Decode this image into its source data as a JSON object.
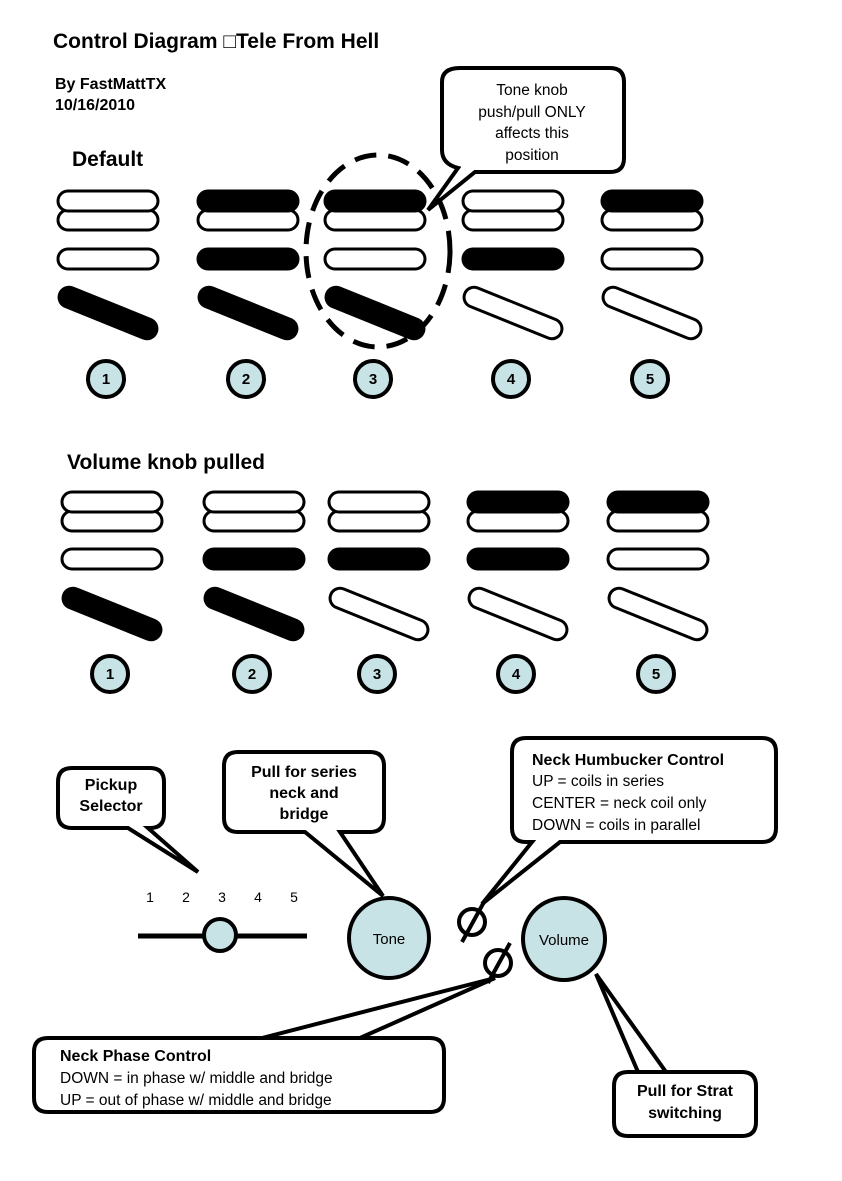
{
  "title": "Control Diagram □Tele From Hell",
  "author": "By FastMattTX",
  "date": "10/16/2010",
  "colors": {
    "knob_fill": "#c8e3e6",
    "on": "#000000",
    "off": "#ffffff"
  },
  "sections": [
    {
      "label": "Default",
      "positions": [
        {
          "number": "1",
          "neck_top": "off",
          "neck_bottom": "off",
          "middle": "off",
          "bridge": "on"
        },
        {
          "number": "2",
          "neck_top": "on",
          "neck_bottom": "off",
          "middle": "on",
          "bridge": "on"
        },
        {
          "number": "3",
          "neck_top": "on",
          "neck_bottom": "off",
          "middle": "off",
          "bridge": "on"
        },
        {
          "number": "4",
          "neck_top": "off",
          "neck_bottom": "off",
          "middle": "on",
          "bridge": "off"
        },
        {
          "number": "5",
          "neck_top": "on",
          "neck_bottom": "off",
          "middle": "off",
          "bridge": "off"
        }
      ]
    },
    {
      "label": "Volume knob pulled",
      "positions": [
        {
          "number": "1",
          "neck_top": "off",
          "neck_bottom": "off",
          "middle": "off",
          "bridge": "on"
        },
        {
          "number": "2",
          "neck_top": "off",
          "neck_bottom": "off",
          "middle": "on",
          "bridge": "on"
        },
        {
          "number": "3",
          "neck_top": "off",
          "neck_bottom": "off",
          "middle": "on",
          "bridge": "off"
        },
        {
          "number": "4",
          "neck_top": "on",
          "neck_bottom": "off",
          "middle": "on",
          "bridge": "off"
        },
        {
          "number": "5",
          "neck_top": "on",
          "neck_bottom": "off",
          "middle": "off",
          "bridge": "off"
        }
      ]
    }
  ],
  "tone_callout": {
    "lines": [
      "Tone knob",
      "push/pull ONLY",
      "affects this",
      "position"
    ]
  },
  "controls": {
    "pickup_selector": {
      "callout": [
        "Pickup",
        "Selector"
      ],
      "positions": [
        "1",
        "2",
        "3",
        "4",
        "5"
      ]
    },
    "tone_knob": {
      "label": "Tone",
      "callout": [
        "Pull for series",
        "neck and",
        "bridge"
      ]
    },
    "volume_knob": {
      "label": "Volume",
      "callout": [
        "Pull for Strat",
        "switching"
      ]
    },
    "neck_humbucker": {
      "heading": "Neck Humbucker Control",
      "lines": [
        "UP = coils in series",
        "CENTER = neck coil only",
        "DOWN = coils in parallel"
      ]
    },
    "neck_phase": {
      "heading": "Neck Phase Control",
      "lines": [
        "DOWN = in phase w/ middle and bridge",
        "UP = out of phase w/ middle and bridge"
      ]
    }
  }
}
